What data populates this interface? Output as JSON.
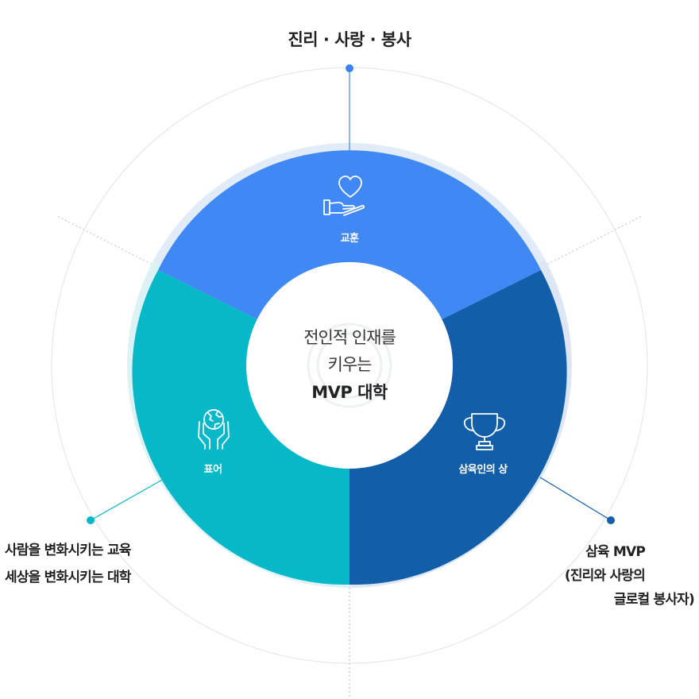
{
  "top_label": "진리 · 사랑 · 봉사",
  "left_label": [
    "사람을 변화시키는 교육",
    "세상을 변화시키는 대학"
  ],
  "right_label": [
    "삼육 MVP",
    "(진리와 사랑의",
    "글로컬 봉사자)"
  ],
  "segments": {
    "top": {
      "label": "교훈",
      "icon": "heart-in-hand-icon",
      "color": "#4088f4"
    },
    "right": {
      "label": "삼육인의 상",
      "icon": "trophy-icon",
      "color": "#135ea9"
    },
    "left": {
      "label": "표어",
      "icon": "globe-in-hands-icon",
      "color": "#07b8c8"
    }
  },
  "center": [
    "전인적 인재를",
    "키우는",
    "MVP 대학"
  ]
}
